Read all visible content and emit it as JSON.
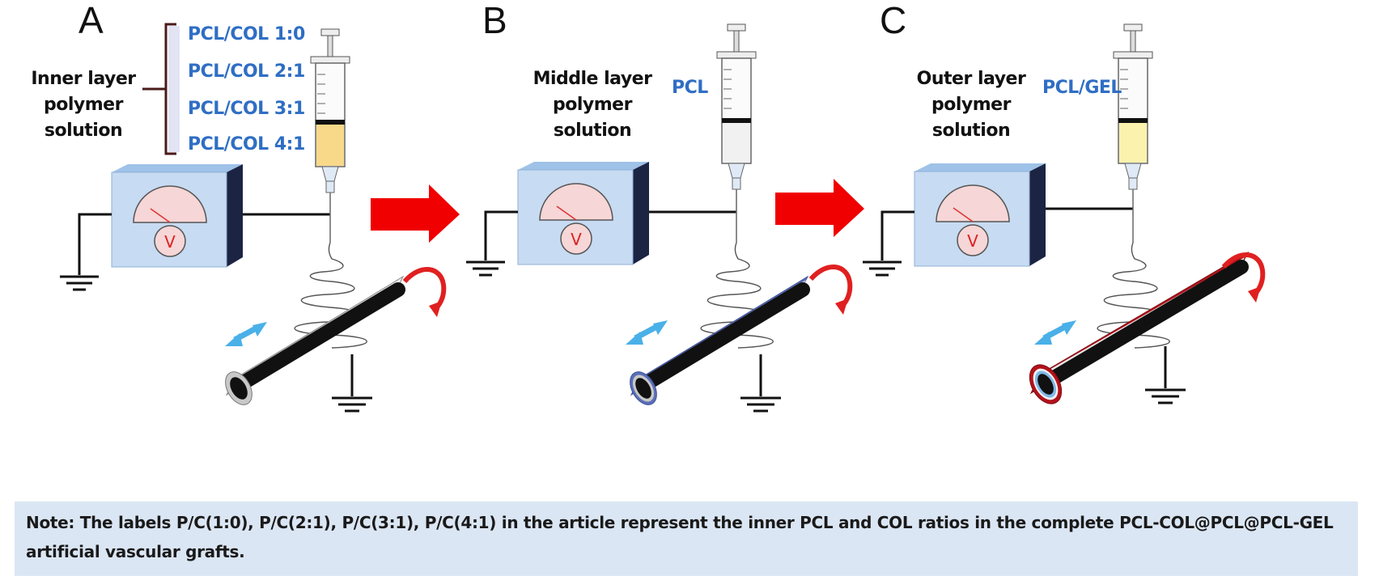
{
  "panels": [
    {
      "letter": "A",
      "layer_label_line1": "Inner layer",
      "layer_label_line2": "polymer solution",
      "solutions": [
        "PCL/COL 1:0",
        "PCL/COL 2:1",
        "PCL/COL 3:1",
        "PCL/COL 4:1"
      ],
      "fluid_color": "#f8d98a",
      "outer_shell": "#d9d9d9"
    },
    {
      "letter": "B",
      "layer_label_line1": "Middle layer",
      "layer_label_line2": "polymer solution",
      "solutions": [
        "PCL"
      ],
      "fluid_color": "#f1f1f1",
      "outer_shell": "#5b6fb8"
    },
    {
      "letter": "C",
      "layer_label_line1": "Outer layer",
      "layer_label_line2": "polymer solution",
      "solutions": [
        "PCL/GEL"
      ],
      "fluid_color": "#fbf2ad",
      "outer_shell": "#b3121b"
    }
  ],
  "voltmeter_symbol": "V",
  "colors": {
    "arrow": "#f00000",
    "rotation_arrow": "#e02020",
    "motion_arrow": "#4ab0e8",
    "box_front": "#c7dbf2",
    "box_top": "#9fc2e8",
    "box_side": "#1c2444",
    "note_bg": "#dbe6f4"
  },
  "note": "Note: The labels P/C(1:0), P/C(2:1), P/C(3:1), P/C(4:1) in the article represent the inner PCL and COL ratios in the complete PCL-COL@PCL@PCL-GEL artificial vascular grafts."
}
